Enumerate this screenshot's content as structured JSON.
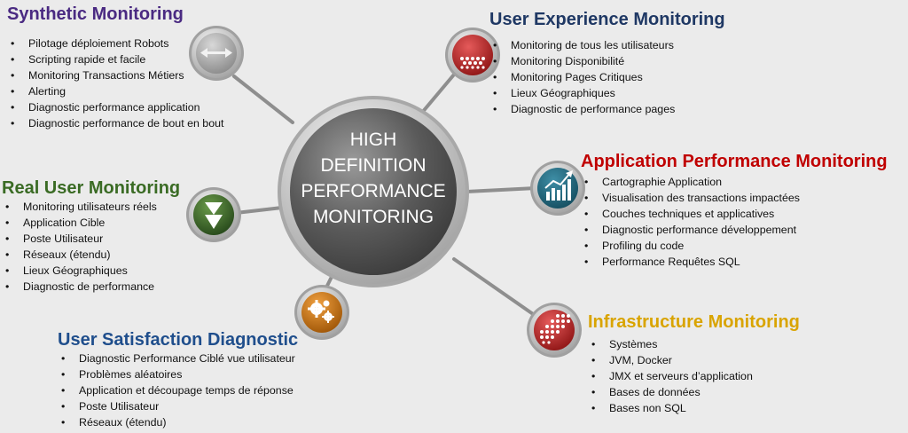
{
  "center": {
    "lines": [
      "HIGH",
      "DEFINITION",
      "PERFORMANCE",
      "MONITORING"
    ]
  },
  "sections": {
    "synthetic": {
      "title": "Synthetic Monitoring",
      "color": "#4a2a82",
      "icon": "arrows-icon",
      "items": [
        "Pilotage déploiement Robots",
        "Scripting rapide et facile",
        "Monitoring Transactions Métiers",
        "Alerting",
        "Diagnostic performance application",
        "Diagnostic performance de bout en bout"
      ]
    },
    "ux": {
      "title": "User Experience Monitoring",
      "color": "#1f3864",
      "icon": "dots-grid-icon",
      "items": [
        "Monitoring de tous les utilisateurs",
        "Monitoring Disponibilité",
        "Monitoring Pages Critiques",
        "Lieux Géographiques",
        "Diagnostic de performance pages"
      ]
    },
    "apm": {
      "title": "Application Performance Monitoring",
      "color": "#c00000",
      "icon": "bar-chart-icon",
      "items": [
        "Cartographie Application",
        "Visualisation des transactions impactées",
        "Couches techniques et applicatives",
        "Diagnostic performance développement",
        "Profiling du code",
        "Performance Requêtes SQL"
      ]
    },
    "rum": {
      "title": "Real User Monitoring",
      "color": "#3a6b24",
      "icon": "down-arrow-icon",
      "items": [
        "Monitoring utilisateurs réels",
        "Application Cible",
        "Poste Utilisateur",
        "Réseaux (étendu)",
        "Lieux Géographiques",
        "Diagnostic de performance"
      ]
    },
    "usd": {
      "title": "User Satisfaction Diagnostic",
      "color": "#1f4e8c",
      "icon": "gears-icon",
      "items": [
        "Diagnostic Performance Ciblé vue utilisateur",
        "Problèmes aléatoires",
        "Application et découpage temps de réponse",
        "Poste Utilisateur",
        "Réseaux (étendu)"
      ]
    },
    "infra": {
      "title": "Infrastructure Monitoring",
      "color": "#d9a400",
      "icon": "dots-diagonal-icon",
      "items": [
        "Systèmes",
        "JVM, Docker",
        "JMX et serveurs d’application",
        "Bases de données",
        "Bases non SQL"
      ]
    }
  }
}
